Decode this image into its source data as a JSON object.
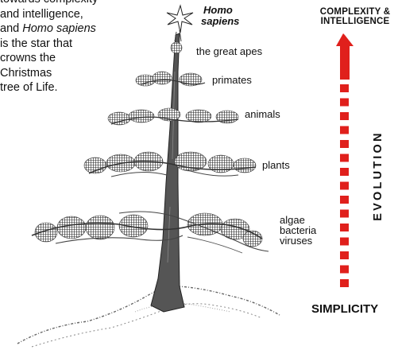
{
  "caption": {
    "line1": "towards complexity",
    "line2": "and intelligence,",
    "line3_pre": "and ",
    "line3_em": "Homo sapiens",
    "line4": "is the star that",
    "line5": "crowns the",
    "line6": "Christmas",
    "line7": "tree of Life."
  },
  "labels": {
    "homo_line1": "Homo",
    "homo_line2": "sapiens",
    "great_apes": "the great apes",
    "primates": "primates",
    "animals": "animals",
    "plants": "plants",
    "algae": "algae",
    "bacteria": "bacteria",
    "viruses": "viruses"
  },
  "axis": {
    "top_line1": "COMPLEXITY &",
    "top_line2": "INTELLIGENCE",
    "side": "EVOLUTION",
    "bottom": "SIMPLICITY"
  },
  "colors": {
    "arrow": "#e0201c",
    "trunk": "#555555",
    "ink": "#111111"
  }
}
